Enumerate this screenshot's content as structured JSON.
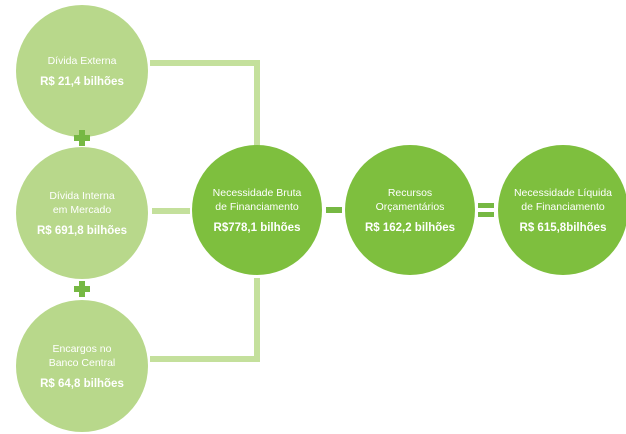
{
  "colors": {
    "light_green": "#b8d88b",
    "dark_green": "#7ebf3e",
    "connector": "#c4e09c",
    "operator": "#76b843"
  },
  "sources": [
    {
      "label": "Dívida Externa",
      "value": "R$ 21,4 bilhões"
    },
    {
      "label": "Dívida Interna\nem Mercado",
      "value": "R$ 691,8 bilhões"
    },
    {
      "label": "Encargos no\nBanco Central",
      "value": "R$ 64,8 bilhões"
    }
  ],
  "gross": {
    "label": "Necessidade Bruta\nde Financiamento",
    "value": "R$778,1 bilhões"
  },
  "resources": {
    "label": "Recursos\nOrçamentários",
    "value": "R$ 162,2 bilhões"
  },
  "net": {
    "label": "Necessidade Líquida\nde Financiamento",
    "value": "R$ 615,8bilhões"
  },
  "operators": [
    "plus-icon",
    "plus-icon",
    "minus-icon",
    "equals-icon"
  ]
}
